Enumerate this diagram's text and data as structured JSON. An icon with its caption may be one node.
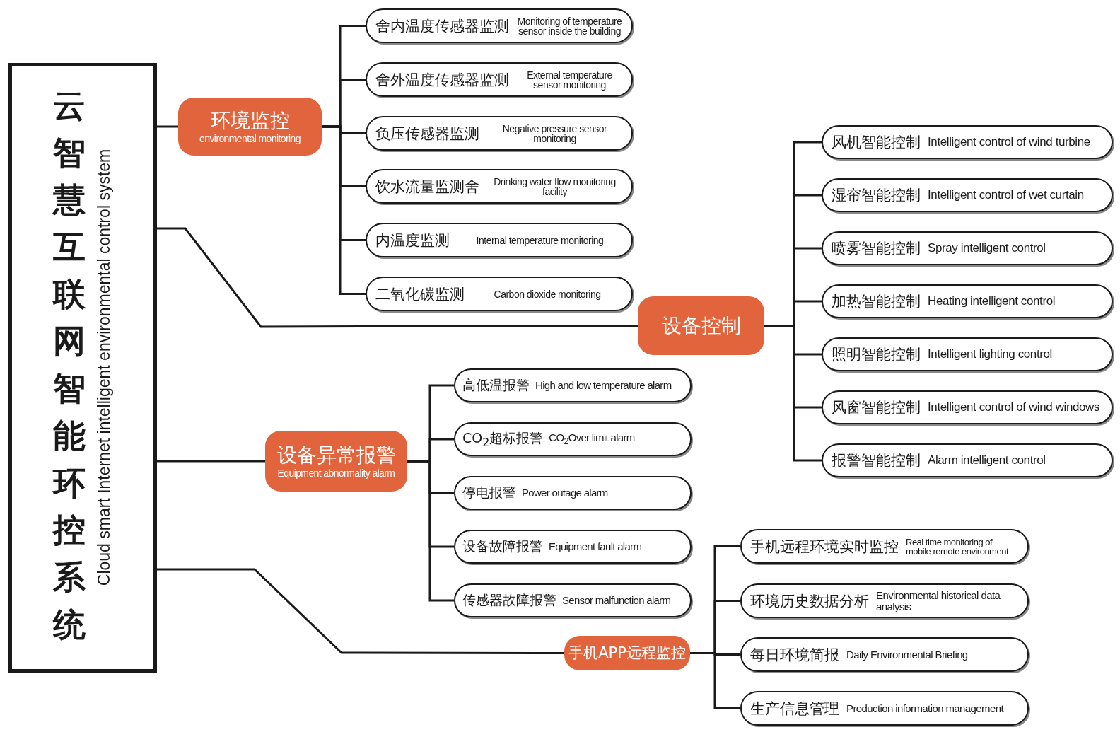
{
  "diagram": {
    "nodes": [
      {
        "text": [
          "云智慧互联网智能环控系统",
          "Cloud smart Internet intelligent environmental control system"
        ]
      },
      {
        "text": [
          "环境监控",
          "environmental monitoring"
        ]
      },
      {
        "text": [
          "舍内温度传感器监测",
          "Monitoring of temperature sensor inside the building"
        ]
      },
      {
        "text": [
          "舍外温度传感器监测",
          "External temperature sensor monitoring"
        ]
      },
      {
        "text": [
          "负压传感器监测",
          "Negative pressure sensor monitoring"
        ]
      },
      {
        "text": [
          "饮水流量监测舍",
          "Drinking water flow monitoring facility"
        ]
      },
      {
        "text": [
          "内温度监测",
          "Internal temperature monitoring"
        ]
      },
      {
        "text": [
          "二氧化碳监测",
          "Carbon dioxide monitoring"
        ]
      },
      {
        "text": [
          "设备控制"
        ]
      },
      {
        "text": [
          "风机智能控制",
          "Intelligent control of wind turbine"
        ]
      },
      {
        "text": [
          "湿帘智能控制",
          "Intelligent control of wet curtain"
        ]
      },
      {
        "text": [
          "喷雾智能控制",
          "Spray intelligent control"
        ]
      },
      {
        "text": [
          "加热智能控制",
          "Heating intelligent control"
        ]
      },
      {
        "text": [
          "照明智能控制",
          "Intelligent lighting control"
        ]
      },
      {
        "text": [
          "风窗智能控制",
          "Intelligent control of wind windows"
        ]
      },
      {
        "text": [
          "报警智能控制",
          "Alarm intelligent control"
        ]
      },
      {
        "text": [
          "设备异常报警",
          "Equipment abnormality alarm"
        ]
      },
      {
        "text": [
          "高低温报警",
          "High and low temperature alarm"
        ]
      },
      {
        "text": [
          "CO$_{2}$超标报警",
          "CO$_{2}$Over limit alarm"
        ]
      },
      {
        "text": [
          "停电报警",
          "Power outage alarm"
        ]
      },
      {
        "text": [
          "设备故障报警",
          "Equipment fault alarm"
        ]
      },
      {
        "text": [
          "传感器故障报警",
          "Sensor malfunction alarm"
        ]
      },
      {
        "text": [
          "手机APP远程监控"
        ]
      },
      {
        "text": [
          "手机远程环境实时监控",
          "Real time monitoring of mobile remote environment"
        ]
      },
      {
        "text": [
          "环境历史数据分析",
          "Environmental historical data analysis"
        ]
      },
      {
        "text": [
          "每日环境简报",
          "Daily Environmental Briefing"
        ]
      },
      {
        "text": [
          "生产信息管理",
          "Production information management"
        ]
      }
    ],
    "edges": [
      {
        "from": 0,
        "to": 1,
        "arrow": "none"
      },
      {
        "from": 1,
        "to": 2,
        "arrow": "none"
      },
      {
        "from": 1,
        "to": 3,
        "arrow": "none"
      },
      {
        "from": 1,
        "to": 4,
        "arrow": "none"
      },
      {
        "from": 1,
        "to": 5,
        "arrow": "none"
      },
      {
        "from": 1,
        "to": 6,
        "arrow": "none"
      },
      {
        "from": 1,
        "to": 7,
        "arrow": "none"
      },
      {
        "from": 0,
        "to": 8,
        "arrow": "none"
      },
      {
        "from": 8,
        "to": 9,
        "arrow": "none"
      },
      {
        "from": 8,
        "to": 10,
        "arrow": "none"
      },
      {
        "from": 8,
        "to": 11,
        "arrow": "none"
      },
      {
        "from": 8,
        "to": 12,
        "arrow": "none"
      },
      {
        "from": 8,
        "to": 13,
        "arrow": "none"
      },
      {
        "from": 8,
        "to": 14,
        "arrow": "none"
      },
      {
        "from": 8,
        "to": 15,
        "arrow": "none"
      },
      {
        "from": 0,
        "to": 16,
        "arrow": "none"
      },
      {
        "from": 16,
        "to": 17,
        "arrow": "none"
      },
      {
        "from": 16,
        "to": 18,
        "arrow": "none"
      },
      {
        "from": 16,
        "to": 19,
        "arrow": "none"
      },
      {
        "from": 16,
        "to": 20,
        "arrow": "none"
      },
      {
        "from": 16,
        "to": 21,
        "arrow": "none"
      },
      {
        "from": 0,
        "to": 22,
        "arrow": "none"
      },
      {
        "from": 22,
        "to": 23,
        "arrow": "none"
      },
      {
        "from": 22,
        "to": 24,
        "arrow": "none"
      },
      {
        "from": 22,
        "to": 25,
        "arrow": "none"
      },
      {
        "from": 22,
        "to": 26,
        "arrow": "none"
      }
    ]
  }
}
